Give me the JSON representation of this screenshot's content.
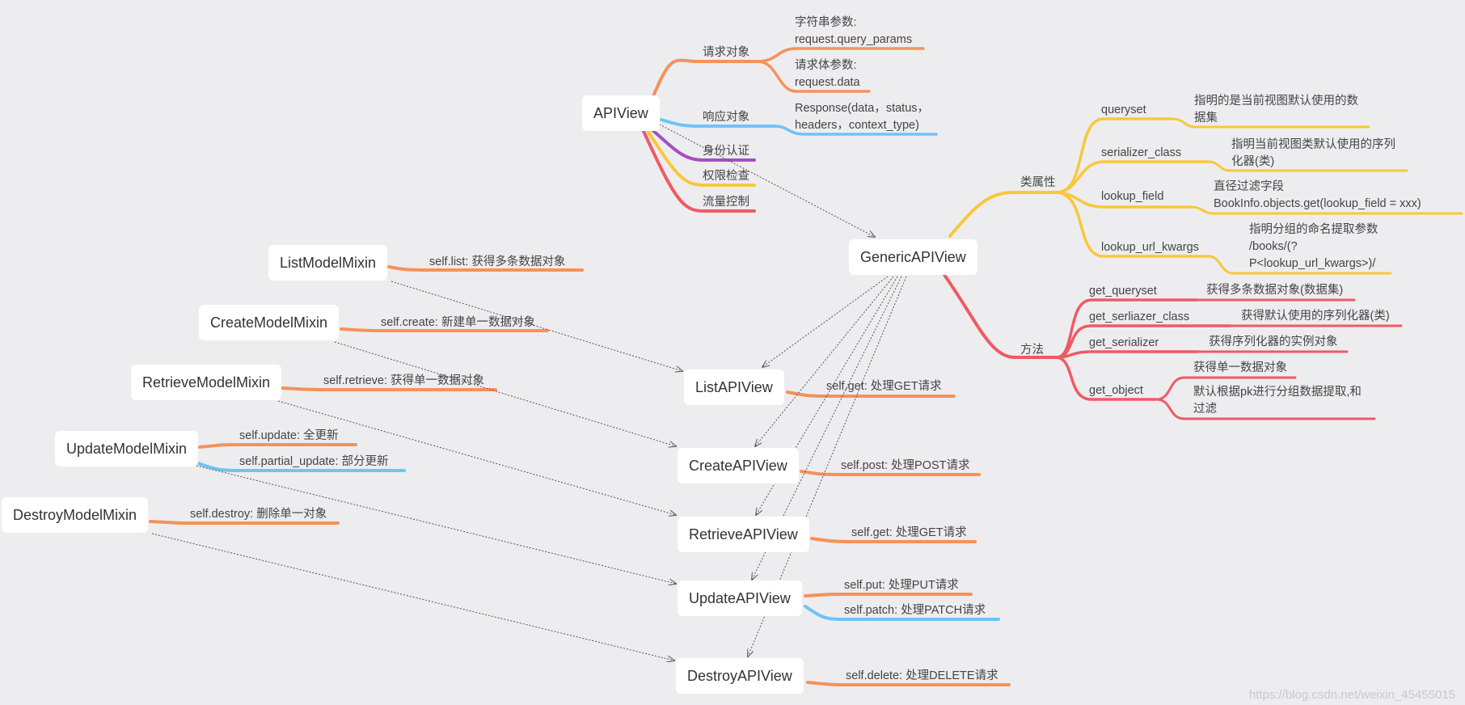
{
  "colors": {
    "background": "#ededf0",
    "orange": "#f5925a",
    "blue": "#6ec3f7",
    "purple": "#a64dc4",
    "yellow": "#f8c83a",
    "red": "#ef5a63",
    "arrow": "#555555"
  },
  "nodes": {
    "apiview": "APIView",
    "genericapiview": "GenericAPIView",
    "listmodelmixin": "ListModelMixin",
    "createmodelmixin": "CreateModelMixin",
    "retrievemodelmixin": "RetrieveModelMixin",
    "updatemodelmixin": "UpdateModelMixin",
    "destroymodelmixin": "DestroyModelMixin",
    "listapiview": "ListAPIView",
    "createapiview": "CreateAPIView",
    "retrieveapiview": "RetrieveAPIView",
    "updateapiview": "UpdateAPIView",
    "destroyapiview": "DestroyAPIView"
  },
  "apiview_branches": {
    "request_object": "请求对象",
    "query_params": [
      "字符串参数:",
      "request.query_params"
    ],
    "request_data": [
      "请求体参数:",
      "request.data"
    ],
    "response_object": "响应对象",
    "response_desc": [
      "Response(data，status，",
      "headers，context_type)"
    ],
    "authentication": "身份认证",
    "permission": "权限检查",
    "throttling": "流量控制"
  },
  "generic_branches": {
    "class_attrs": "类属性",
    "queryset": "queryset",
    "queryset_desc": [
      "指明的是当前视图默认使用的数",
      "据集"
    ],
    "serializer_class": "serializer_class",
    "serializer_class_desc": [
      "指明当前视图类默认使用的序列",
      "化器(类)"
    ],
    "lookup_field": "lookup_field",
    "lookup_field_desc": [
      "直径过滤字段",
      "BookInfo.objects.get(lookup_field = xxx)"
    ],
    "lookup_url_kwargs": "lookup_url_kwargs",
    "lookup_url_kwargs_desc": [
      "指明分组的命名提取参数",
      "/books/(?",
      "P<lookup_url_kwargs>)/"
    ],
    "methods": "方法",
    "get_queryset": "get_queryset",
    "get_queryset_desc": "获得多条数据对象(数据集)",
    "get_serliazer_class": "get_serliazer_class",
    "get_serliazer_class_desc": "获得默认使用的序列化器(类)",
    "get_serializer": "get_serializer",
    "get_serializer_desc": "获得序列化器的实例对象",
    "get_object": "get_object",
    "get_object_desc1": "获得单一数据对象",
    "get_object_desc2": [
      "默认根据pk进行分组数据提取,和",
      "过滤"
    ]
  },
  "mixin_branches": {
    "list": "self.list:  获得多条数据对象",
    "create": "self.create: 新建单一数据对象",
    "retrieve": "self.retrieve: 获得单一数据对象",
    "update": "self.update:   全更新",
    "partial_update": "self.partial_update:  部分更新",
    "destroy": "self.destroy: 删除单一对象"
  },
  "view_branches": {
    "list_get": "self.get:  处理GET请求",
    "create_post": "self.post: 处理POST请求",
    "retrieve_get": "self.get: 处理GET请求",
    "update_put": "self.put:  处理PUT请求",
    "update_patch": "self.patch: 处理PATCH请求",
    "destroy_delete": "self.delete: 处理DELETE请求"
  },
  "watermark": "https://blog.csdn.net/weixin_45455015"
}
